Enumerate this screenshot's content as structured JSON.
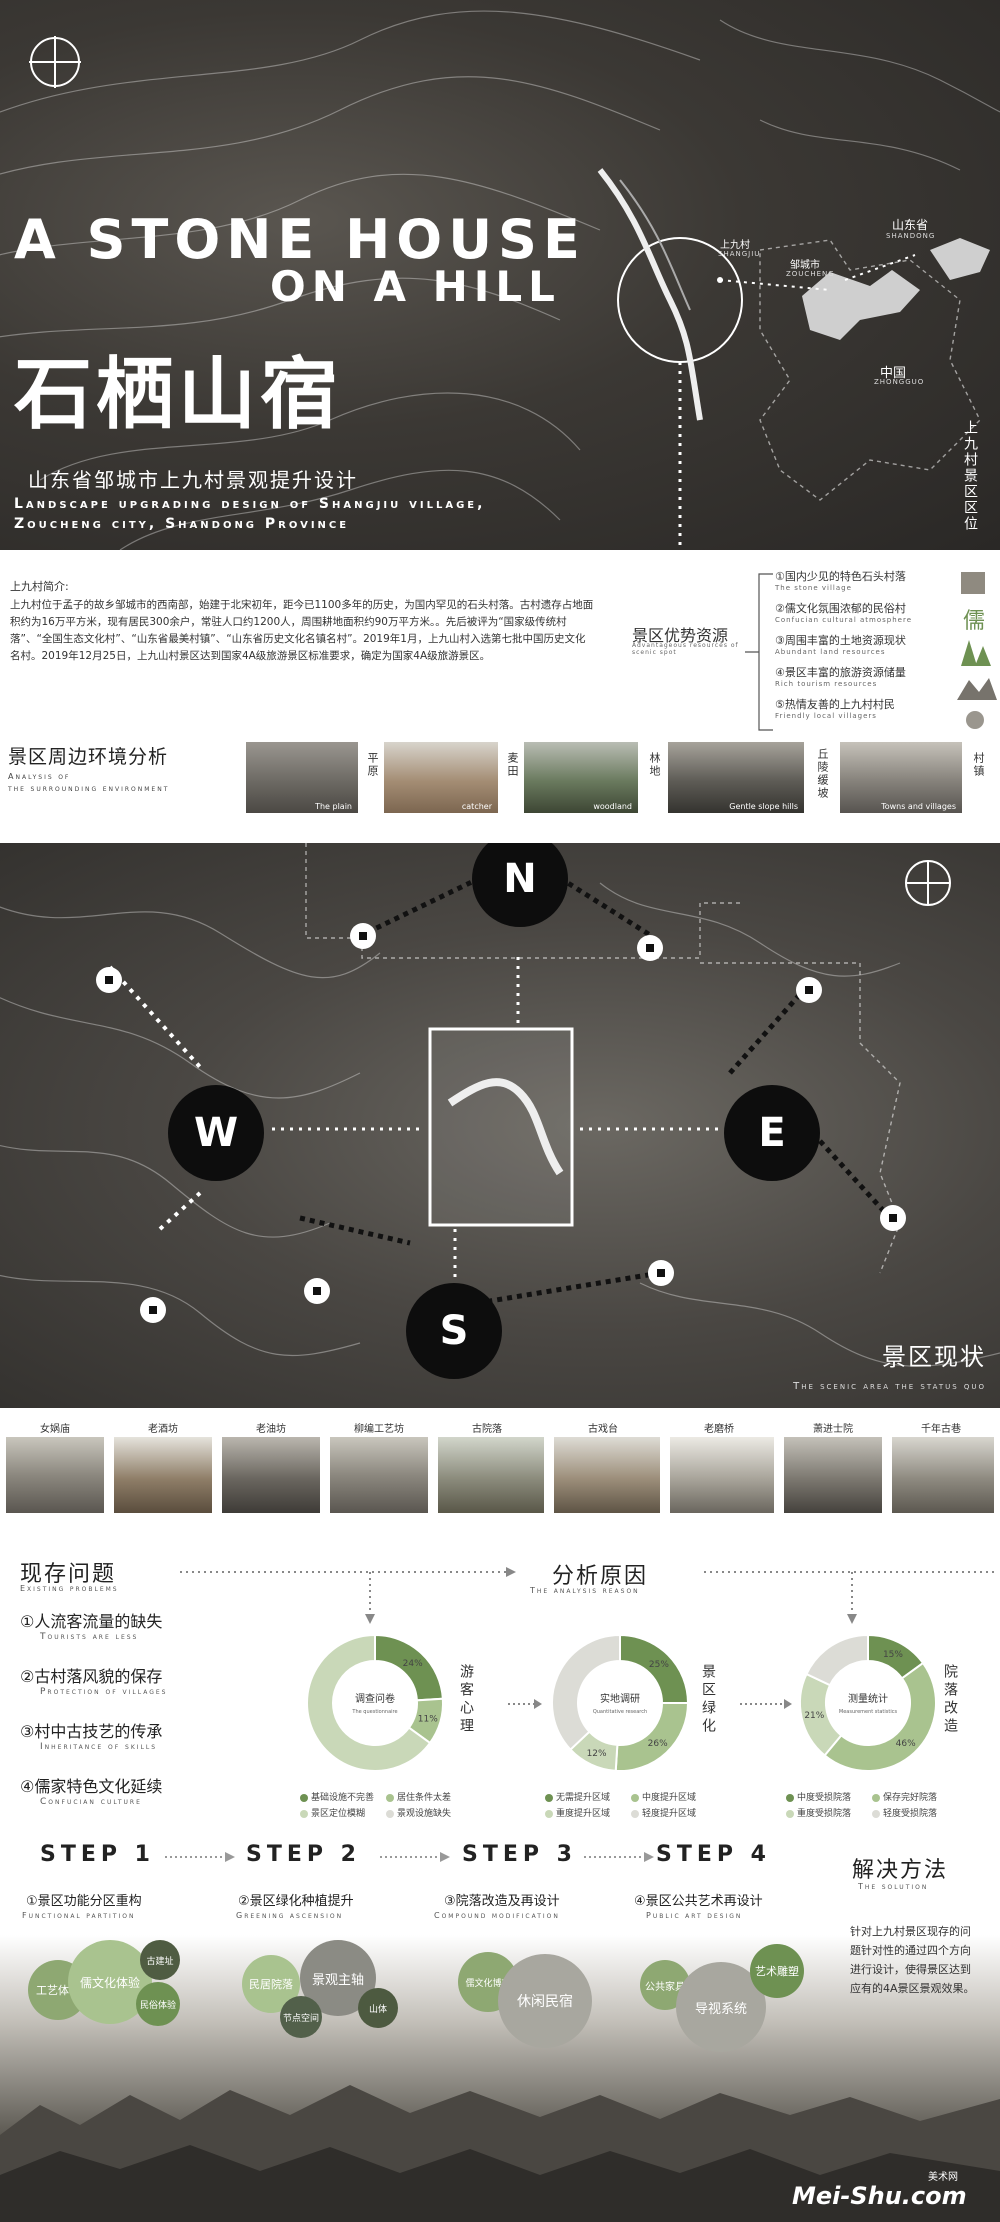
{
  "hero": {
    "title_en_1": "A STONE HOUSE",
    "title_en_2": "ON A HILL",
    "title_cn": "石栖山宿",
    "subtitle_cn": "山东省邹城市上九村景观提升设计",
    "subtitle_en_1": "Landscape upgrading design of Shangjiu village,",
    "subtitle_en_2": "Zoucheng city, Shandong Province",
    "map_labels": {
      "shangjiu_cn": "上九村",
      "shangjiu_en": "SHANGJIU",
      "zoucheng_cn": "邹城市",
      "zoucheng_en": "ZOUCHENG",
      "shandong_cn": "山东省",
      "shandong_en": "SHANDONG",
      "china_cn": "中国",
      "china_en": "ZHONGGUO",
      "location_vertical": "上九村景区区位"
    }
  },
  "intro": {
    "heading": "上九村简介:",
    "body": "上九村位于孟子的故乡邹城市的西南部，始建于北宋初年，距今已1100多年的历史，为国内罕见的石头村落。古村遗存占地面积约为16万平方米，现有居民300余户，常驻人口约1200人，周围耕地面积约90万平方米。。先后被评为“国家级传统村落”、“全国生态文化村”、“山东省最美村镇”、“山东省历史文化名镇名村”。2019年1月，上九山村入选第七批中国历史文化名村。2019年12月25日，上九山村景区达到国家4A级旅游景区标准要求，确定为国家4A级旅游景区。"
  },
  "advantages": {
    "title_cn": "景区优势资源",
    "title_en": "Advantageous resources of scenic spot",
    "items": [
      {
        "cn": "①国内少见的特色石头村落",
        "en": "The stone village"
      },
      {
        "cn": "②儒文化氛围浓郁的民俗村",
        "en": "Confucian cultural atmosphere"
      },
      {
        "cn": "③周围丰富的土地资源现状",
        "en": "Abundant land resources"
      },
      {
        "cn": "④景区丰富的旅游资源储量",
        "en": "Rich tourism resources"
      },
      {
        "cn": "⑤热情友善的上九村村民",
        "en": "Friendly local villagers"
      }
    ]
  },
  "surrounding": {
    "title_cn": "景区周边环境分析",
    "title_en_1": "Analysis of",
    "title_en_2": "the surrounding environment",
    "photos": [
      {
        "vlabel": "平原",
        "caption": "The plain"
      },
      {
        "vlabel": "麦田",
        "caption": "catcher"
      },
      {
        "vlabel": "林地",
        "caption": "woodland"
      },
      {
        "vlabel": "丘陵缓坡",
        "caption": "Gentle slope hills"
      },
      {
        "vlabel": "村镇",
        "caption": "Towns and villages"
      }
    ]
  },
  "map": {
    "north": "N",
    "south": "S",
    "east": "E",
    "west": "W",
    "status_cn": "景区现状",
    "status_en": "The scenic area the status quo"
  },
  "status_photos": [
    {
      "caption": "女娲庙"
    },
    {
      "caption": "老酒坊"
    },
    {
      "caption": "老油坊"
    },
    {
      "caption": "柳编工艺坊"
    },
    {
      "caption": "古院落"
    },
    {
      "caption": "古戏台"
    },
    {
      "caption": "老磨桥"
    },
    {
      "caption": "萧进士院"
    },
    {
      "caption": "千年古巷"
    }
  ],
  "problems": {
    "title_cn": "现存问题",
    "title_en": "Existing problems",
    "items": [
      {
        "cn": "①人流客流量的缺失",
        "en": "Tourists are less"
      },
      {
        "cn": "②古村落风貌的保存",
        "en": "Protection of villages"
      },
      {
        "cn": "③村中古技艺的传承",
        "en": "Inheritance of skills"
      },
      {
        "cn": "④儒家特色文化延续",
        "en": "Confucian culture"
      }
    ]
  },
  "analysis": {
    "title_cn": "分析原因",
    "title_en": "The analysis reason"
  },
  "chart_data": [
    {
      "type": "pie",
      "title": "调查问卷",
      "subtitle": "The questionnaire",
      "side_label": "游客心理",
      "values": [
        24,
        11
      ],
      "labels": [
        "24%",
        "11%"
      ],
      "legend": [
        "基础设施不完善",
        "居住条件太差",
        "景区定位模糊",
        "景观设施缺失"
      ],
      "colors": [
        "#6e9152",
        "#a9c38f",
        "#c9d8b8",
        "#dcdcd6"
      ]
    },
    {
      "type": "pie",
      "title": "实地调研",
      "subtitle": "Quantitative research",
      "side_label": "景区绿化",
      "values": [
        25,
        26,
        12
      ],
      "labels": [
        "25%",
        "26%",
        "12%"
      ],
      "legend": [
        "无需提升区域",
        "中度提升区域",
        "重度提升区域",
        "轻度提升区域"
      ],
      "colors": [
        "#6e9152",
        "#a9c38f",
        "#c9d8b8",
        "#dcdcd6"
      ]
    },
    {
      "type": "pie",
      "title": "测量统计",
      "subtitle": "Measurement statistics",
      "side_label": "院落改造",
      "values": [
        15,
        46,
        21
      ],
      "labels": [
        "15%",
        "46%",
        "21%"
      ],
      "legend": [
        "中度受损院落",
        "保存完好院落",
        "重度受损院落",
        "轻度受损院落"
      ],
      "colors": [
        "#6e9152",
        "#a9c38f",
        "#c9d8b8",
        "#dcdcd6"
      ]
    }
  ],
  "steps": [
    {
      "step": "STEP 1",
      "cn": "①景区功能分区重构",
      "en": "Functional partition",
      "bubbles": [
        "工艺体验",
        "儒文化体验",
        "古建址",
        "民俗体验"
      ]
    },
    {
      "step": "STEP 2",
      "cn": "②景区绿化种植提升",
      "en": "Greening ascension",
      "bubbles": [
        "民居院落",
        "景观主轴",
        "节点空间",
        "山体"
      ]
    },
    {
      "step": "STEP 3",
      "cn": "③院落改造及再设计",
      "en": "Compound modification",
      "bubbles": [
        "儒文化博览",
        "休闲民宿"
      ]
    },
    {
      "step": "STEP 4",
      "cn": "④景区公共艺术再设计",
      "en": "Public art design",
      "bubbles": [
        "公共家具",
        "导视系统",
        "艺术雕塑"
      ]
    }
  ],
  "solution": {
    "title_cn": "解决方法",
    "title_en": "The solution",
    "body": "针对上九村景区现存的问题针对性的通过四个方向进行设计，使得景区达到应有的4A景区景观效果。"
  },
  "watermark": {
    "brand": "Mei-Shu.com",
    "brand_cn": "美术网"
  },
  "colors": {
    "green_dark": "#6e9152",
    "green_mid": "#a9c38f",
    "green_light": "#c9d8b8",
    "grey": "#dcdcd6"
  }
}
